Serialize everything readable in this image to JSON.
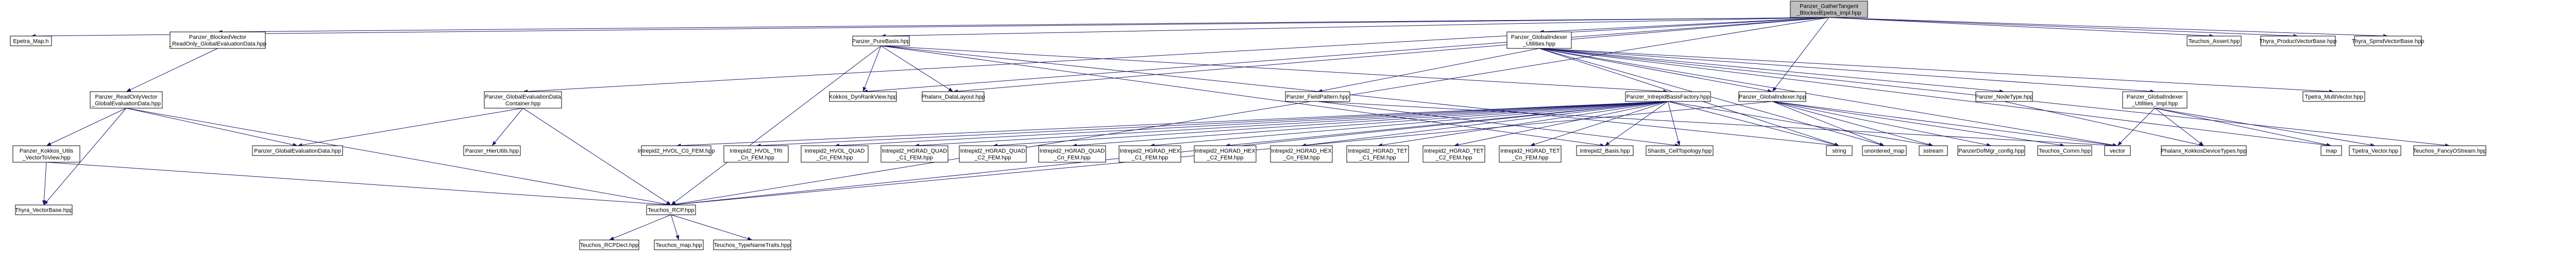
{
  "colors": {
    "edge": "#191970",
    "node_fill": "#ffffff",
    "node_stroke": "#000000",
    "node_stroke_missing": "#ff0000",
    "root_fill": "#bfbfbf"
  },
  "nodes": [
    {
      "id": "root",
      "lines": [
        "Panzer_GatherTangent",
        "_BlockedEpetra_impl.hpp"
      ],
      "kind": "root"
    },
    {
      "id": "epetra_map",
      "lines": [
        "Epetra_Map.h"
      ],
      "kind": "normal"
    },
    {
      "id": "bf_readonly",
      "lines": [
        "Panzer_BlockedVector",
        "_ReadOnly_GlobalEvaluationData.hpp"
      ],
      "kind": "normal"
    },
    {
      "id": "puredbasis",
      "lines": [
        "Panzer_PureBasis.hpp"
      ],
      "kind": "normal"
    },
    {
      "id": "gi_utilities",
      "lines": [
        "Panzer_GlobalIndexer",
        "_Utilities.hpp"
      ],
      "kind": "normal"
    },
    {
      "id": "teuchos_assert",
      "lines": [
        "Teuchos_Assert.hpp"
      ],
      "kind": "normal"
    },
    {
      "id": "thyra_pvb",
      "lines": [
        "Thyra_ProductVectorBase.hpp"
      ],
      "kind": "normal"
    },
    {
      "id": "thyra_spmd",
      "lines": [
        "Thyra_SpmdVectorBase.hpp"
      ],
      "kind": "normal"
    },
    {
      "id": "ro_vector",
      "lines": [
        "Panzer_ReadOnlyVector",
        "_GlobalEvaluationData.hpp"
      ],
      "kind": "normal"
    },
    {
      "id": "ged_container",
      "lines": [
        "Panzer_GlobalEvaluationData",
        "Container.hpp"
      ],
      "kind": "normal"
    },
    {
      "id": "intrepid_factory",
      "lines": [
        "Panzer_IntrepidBasisFactory.hpp"
      ],
      "kind": "missing"
    },
    {
      "id": "kokkos_dynrank",
      "lines": [
        "Kokkos_DynRankView.hpp"
      ],
      "kind": "normal"
    },
    {
      "id": "phalanx_datalayout",
      "lines": [
        "Phalanx_DataLayout.hpp"
      ],
      "kind": "normal"
    },
    {
      "id": "field_pattern",
      "lines": [
        "Panzer_FieldPattern.hpp"
      ],
      "kind": "missing"
    },
    {
      "id": "global_indexer",
      "lines": [
        "Panzer_GlobalIndexer.hpp"
      ],
      "kind": "normal"
    },
    {
      "id": "node_type",
      "lines": [
        "Panzer_NodeType.hpp"
      ],
      "kind": "missing"
    },
    {
      "id": "gi_utilities_impl",
      "lines": [
        "Panzer_GlobalIndexer",
        "_Utilities_impl.hpp"
      ],
      "kind": "missing"
    },
    {
      "id": "tpetra_multivector",
      "lines": [
        "Tpetra_MultiVector.hpp"
      ],
      "kind": "normal"
    },
    {
      "id": "kokkos_utils",
      "lines": [
        "Panzer_Kokkos_Utils",
        "_VectorToView.hpp"
      ],
      "kind": "missing"
    },
    {
      "id": "ged",
      "lines": [
        "Panzer_GlobalEvaluationData.hpp"
      ],
      "kind": "normal"
    },
    {
      "id": "hierutils",
      "lines": [
        "Panzer_HierUtils.hpp"
      ],
      "kind": "normal"
    },
    {
      "id": "hvol_c0",
      "lines": [
        "Intrepid2_HVOL_C0_FEM.hpp"
      ],
      "kind": "normal"
    },
    {
      "id": "hvol_tri",
      "lines": [
        "Intrepid2_HVOL_TRI",
        "_Cn_FEM.hpp"
      ],
      "kind": "normal"
    },
    {
      "id": "hvol_quad",
      "lines": [
        "Intrepid2_HVOL_QUAD",
        "_Cn_FEM.hpp"
      ],
      "kind": "normal"
    },
    {
      "id": "hgrad_quad_c1",
      "lines": [
        "Intrepid2_HGRAD_QUAD",
        "_C1_FEM.hpp"
      ],
      "kind": "normal"
    },
    {
      "id": "hgrad_quad_c2",
      "lines": [
        "Intrepid2_HGRAD_QUAD",
        "_C2_FEM.hpp"
      ],
      "kind": "normal"
    },
    {
      "id": "hgrad_quad_cn",
      "lines": [
        "Intrepid2_HGRAD_QUAD",
        "_Cn_FEM.hpp"
      ],
      "kind": "normal"
    },
    {
      "id": "hgrad_hex_c1",
      "lines": [
        "Intrepid2_HGRAD_HEX",
        "_C1_FEM.hpp"
      ],
      "kind": "normal"
    },
    {
      "id": "hgrad_hex_c2",
      "lines": [
        "Intrepid2_HGRAD_HEX",
        "_C2_FEM.hpp"
      ],
      "kind": "normal"
    },
    {
      "id": "hgrad_hex_cn",
      "lines": [
        "Intrepid2_HGRAD_HEX",
        "_Cn_FEM.hpp"
      ],
      "kind": "normal"
    },
    {
      "id": "hgrad_tet_c1",
      "lines": [
        "Intrepid2_HGRAD_TET",
        "_C1_FEM.hpp"
      ],
      "kind": "normal"
    },
    {
      "id": "hgrad_tet_c2",
      "lines": [
        "Intrepid2_HGRAD_TET",
        "_C2_FEM.hpp"
      ],
      "kind": "normal"
    },
    {
      "id": "hgrad_tet_cn",
      "lines": [
        "Intrepid2_HGRAD_TET",
        "_Cn_FEM.hpp"
      ],
      "kind": "normal"
    },
    {
      "id": "intrepid_basis",
      "lines": [
        "Intrepid2_Basis.hpp"
      ],
      "kind": "normal"
    },
    {
      "id": "shards",
      "lines": [
        "Shards_CellTopology.hpp"
      ],
      "kind": "normal"
    },
    {
      "id": "string",
      "lines": [
        "string"
      ],
      "kind": "normal"
    },
    {
      "id": "unordered_map",
      "lines": [
        "unordered_map"
      ],
      "kind": "normal"
    },
    {
      "id": "sstream",
      "lines": [
        "sstream"
      ],
      "kind": "normal"
    },
    {
      "id": "config_defs",
      "lines": [
        "PanzerDofMgr_config.hpp"
      ],
      "kind": "normal"
    },
    {
      "id": "teuchos_comm",
      "lines": [
        "Teuchos_Comm.hpp"
      ],
      "kind": "normal"
    },
    {
      "id": "vector",
      "lines": [
        "vector"
      ],
      "kind": "normal"
    },
    {
      "id": "phalanx_kokkos",
      "lines": [
        "Phalanx_KokkosDeviceTypes.hpp"
      ],
      "kind": "normal"
    },
    {
      "id": "map",
      "lines": [
        "map"
      ],
      "kind": "normal"
    },
    {
      "id": "tpetra_vector",
      "lines": [
        "Tpetra_Vector.hpp"
      ],
      "kind": "normal"
    },
    {
      "id": "teuchos_fancy",
      "lines": [
        "Teuchos_FancyOStream.hpp"
      ],
      "kind": "normal"
    },
    {
      "id": "thyra_vb",
      "lines": [
        "Thyra_VectorBase.hpp"
      ],
      "kind": "normal"
    },
    {
      "id": "teuchos_rcp",
      "lines": [
        "Teuchos_RCP.hpp"
      ],
      "kind": "normal"
    },
    {
      "id": "rcpdecl",
      "lines": [
        "Teuchos_RCPDecl.hpp"
      ],
      "kind": "missing"
    },
    {
      "id": "teuchos_map",
      "lines": [
        "Teuchos_map.hpp"
      ],
      "kind": "missing"
    },
    {
      "id": "typenametraits",
      "lines": [
        "Teuchos_TypeNameTraits.hpp"
      ],
      "kind": "normal"
    }
  ],
  "edges": [
    [
      "root",
      "epetra_map"
    ],
    [
      "root",
      "bf_readonly"
    ],
    [
      "root",
      "puredbasis"
    ],
    [
      "root",
      "gi_utilities"
    ],
    [
      "root",
      "teuchos_assert"
    ],
    [
      "root",
      "thyra_pvb"
    ],
    [
      "root",
      "thyra_spmd"
    ],
    [
      "root",
      "ged_container"
    ],
    [
      "root",
      "phalanx_datalayout"
    ],
    [
      "root",
      "kokkos_dynrank"
    ],
    [
      "root",
      "global_indexer"
    ],
    [
      "root",
      "teuchos_rcp"
    ],
    [
      "bf_readonly",
      "ro_vector"
    ],
    [
      "ro_vector",
      "thyra_vb"
    ],
    [
      "ro_vector",
      "kokkos_utils"
    ],
    [
      "ro_vector",
      "ged"
    ],
    [
      "ro_vector",
      "teuchos_rcp"
    ],
    [
      "kokkos_utils",
      "thyra_vb"
    ],
    [
      "kokkos_utils",
      "teuchos_rcp"
    ],
    [
      "ged_container",
      "ged"
    ],
    [
      "ged_container",
      "hierutils"
    ],
    [
      "ged_container",
      "teuchos_rcp"
    ],
    [
      "puredbasis",
      "intrepid_factory"
    ],
    [
      "puredbasis",
      "kokkos_dynrank"
    ],
    [
      "puredbasis",
      "phalanx_datalayout"
    ],
    [
      "puredbasis",
      "string"
    ],
    [
      "puredbasis",
      "intrepid_basis"
    ],
    [
      "puredbasis",
      "teuchos_rcp"
    ],
    [
      "intrepid_factory",
      "hvol_c0"
    ],
    [
      "intrepid_factory",
      "hvol_tri"
    ],
    [
      "intrepid_factory",
      "hvol_quad"
    ],
    [
      "intrepid_factory",
      "hgrad_quad_c1"
    ],
    [
      "intrepid_factory",
      "hgrad_quad_c2"
    ],
    [
      "intrepid_factory",
      "hgrad_quad_cn"
    ],
    [
      "intrepid_factory",
      "hgrad_hex_c1"
    ],
    [
      "intrepid_factory",
      "hgrad_hex_c2"
    ],
    [
      "intrepid_factory",
      "hgrad_hex_cn"
    ],
    [
      "intrepid_factory",
      "hgrad_tet_c1"
    ],
    [
      "intrepid_factory",
      "hgrad_tet_c2"
    ],
    [
      "intrepid_factory",
      "hgrad_tet_cn"
    ],
    [
      "intrepid_factory",
      "intrepid_basis"
    ],
    [
      "intrepid_factory",
      "shards"
    ],
    [
      "intrepid_factory",
      "string"
    ],
    [
      "intrepid_factory",
      "sstream"
    ],
    [
      "intrepid_factory",
      "teuchos_rcp"
    ],
    [
      "gi_utilities",
      "global_indexer"
    ],
    [
      "gi_utilities",
      "field_pattern"
    ],
    [
      "gi_utilities",
      "node_type"
    ],
    [
      "gi_utilities",
      "gi_utilities_impl"
    ],
    [
      "gi_utilities",
      "tpetra_multivector"
    ],
    [
      "gi_utilities",
      "teuchos_fancy"
    ],
    [
      "gi_utilities",
      "unordered_map"
    ],
    [
      "gi_utilities",
      "string"
    ],
    [
      "gi_utilities",
      "map"
    ],
    [
      "gi_utilities",
      "vector"
    ],
    [
      "field_pattern",
      "shards"
    ],
    [
      "field_pattern",
      "vector"
    ],
    [
      "global_indexer",
      "config_defs"
    ],
    [
      "global_indexer",
      "teuchos_comm"
    ],
    [
      "global_indexer",
      "teuchos_rcp"
    ],
    [
      "global_indexer",
      "unordered_map"
    ],
    [
      "global_indexer",
      "vector"
    ],
    [
      "global_indexer",
      "sstream"
    ],
    [
      "node_type",
      "phalanx_kokkos"
    ],
    [
      "gi_utilities_impl",
      "tpetra_vector"
    ],
    [
      "gi_utilities_impl",
      "map"
    ],
    [
      "gi_utilities_impl",
      "phalanx_kokkos"
    ],
    [
      "gi_utilities_impl",
      "vector"
    ],
    [
      "teuchos_rcp",
      "rcpdecl"
    ],
    [
      "teuchos_rcp",
      "teuchos_map"
    ],
    [
      "teuchos_rcp",
      "typenametraits"
    ]
  ]
}
